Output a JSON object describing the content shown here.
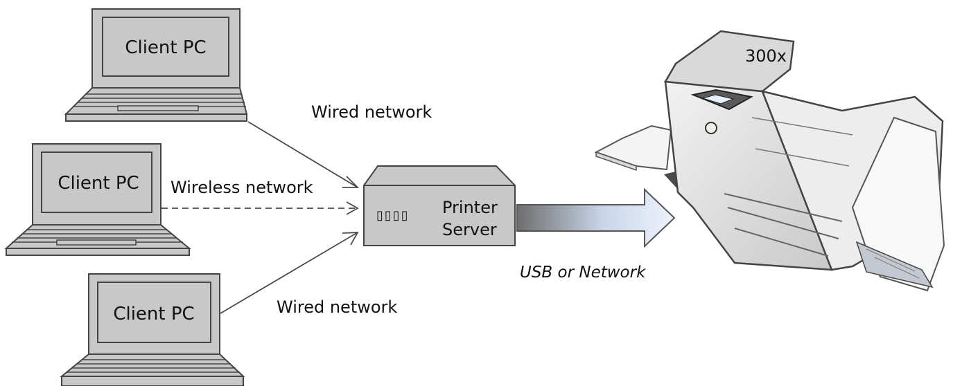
{
  "clients": [
    {
      "label": "Client PC",
      "link": "Wired network"
    },
    {
      "label": "Client PC",
      "link": "Wireless network"
    },
    {
      "label": "Client PC",
      "link": "Wired network"
    }
  ],
  "server": {
    "line1": "Printer",
    "line2": "Server",
    "leds": "▯▯▯▯"
  },
  "connection": {
    "label": "USB or Network"
  },
  "printer": {
    "label": "300x"
  },
  "colors": {
    "stroke": "#4a4a4a",
    "device_fill": "#c8c8c8",
    "arrow_start": "#6e6e6e",
    "arrow_end": "#e4ecf8"
  }
}
